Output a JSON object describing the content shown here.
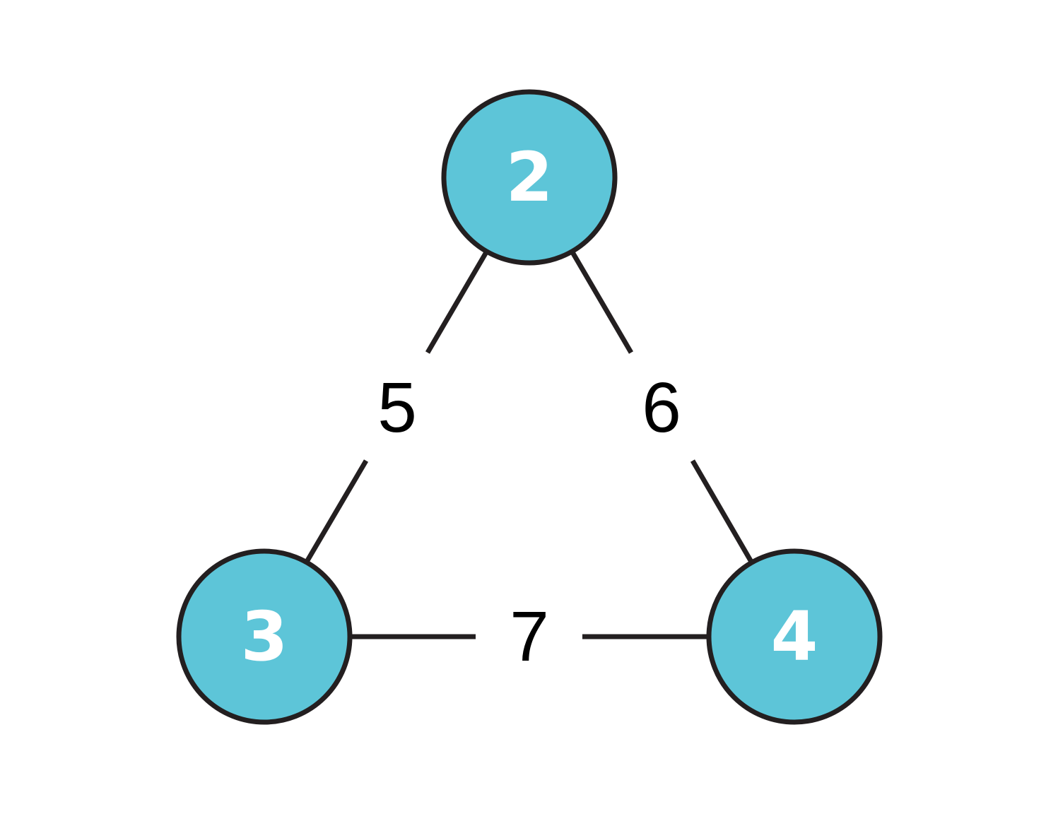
{
  "colors": {
    "node_fill": "#5DC5D8",
    "stroke": "#231F20",
    "node_text": "#FFFFFF",
    "edge_text": "#000000",
    "background": "#FFFFFF"
  },
  "nodes": [
    {
      "id": "a",
      "label": "2"
    },
    {
      "id": "b",
      "label": "3"
    },
    {
      "id": "c",
      "label": "4"
    }
  ],
  "edges": [
    {
      "from": "a",
      "to": "b",
      "weight": "5"
    },
    {
      "from": "a",
      "to": "c",
      "weight": "6"
    },
    {
      "from": "b",
      "to": "c",
      "weight": "7"
    }
  ]
}
